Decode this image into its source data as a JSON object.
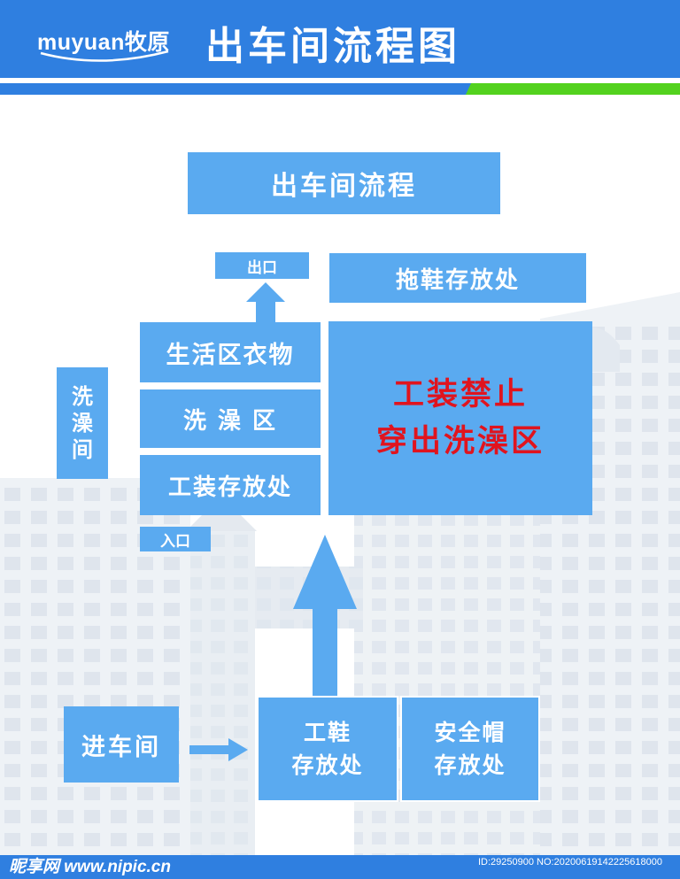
{
  "header": {
    "logo_text": "muyuan牧原",
    "title": "出车间流程图"
  },
  "flow": {
    "heading": "出车间流程",
    "exit": "出口",
    "entrance": "入口",
    "slipper_storage": "拖鞋存放处",
    "living_clothes": "生活区衣物",
    "shower_area": "洗 澡 区",
    "workwear_storage": "工装存放处",
    "shower_room": "洗\n澡\n间",
    "warning_line1": "工装禁止",
    "warning_line2": "穿出洗澡区",
    "enter_workshop": "进车间",
    "workshoe_line1": "工鞋",
    "workshoe_line2": "存放处",
    "helmet_line1": "安全帽",
    "helmet_line2": "存放处"
  },
  "footer": {
    "watermark": "昵享网 www.nipic.cn",
    "id_text": "ID:29250900 NO:20200619142225618000"
  },
  "colors": {
    "header_blue": "#2f7fe0",
    "box_blue": "#5aaaf0",
    "accent_green": "#53d21e",
    "warning_red": "#e0141e"
  }
}
